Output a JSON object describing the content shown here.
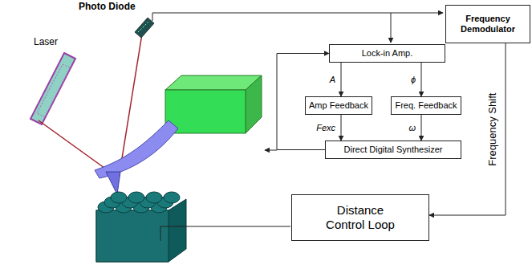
{
  "diagram": {
    "nodes": [
      {
        "text": [
          "Frequency Demodulator"
        ]
      },
      {
        "text": [
          "Lock-in Amp."
        ]
      },
      {
        "text": [
          "Amp Feedback"
        ]
      },
      {
        "text": [
          "Freq. Feedback"
        ]
      },
      {
        "text": [
          "Direct Digital Synthesizer"
        ]
      },
      {
        "text": [
          "Distance Control Loop"
        ]
      }
    ],
    "edges": [
      {
        "from": 1,
        "to": 2,
        "label": "A",
        "arrow": "to"
      },
      {
        "from": 1,
        "to": 3,
        "label": "ϕ",
        "arrow": "to"
      },
      {
        "from": 2,
        "to": 4,
        "label": "Fexc",
        "arrow": "to"
      },
      {
        "from": 3,
        "to": 4,
        "label": "ω",
        "arrow": "to"
      },
      {
        "from": 4,
        "to": 1,
        "arrow": "to"
      },
      {
        "from": 0,
        "to": 5,
        "label": "Frequency Shift",
        "arrow": "to"
      }
    ],
    "labels": [
      "Laser",
      "Photo Diode"
    ]
  }
}
